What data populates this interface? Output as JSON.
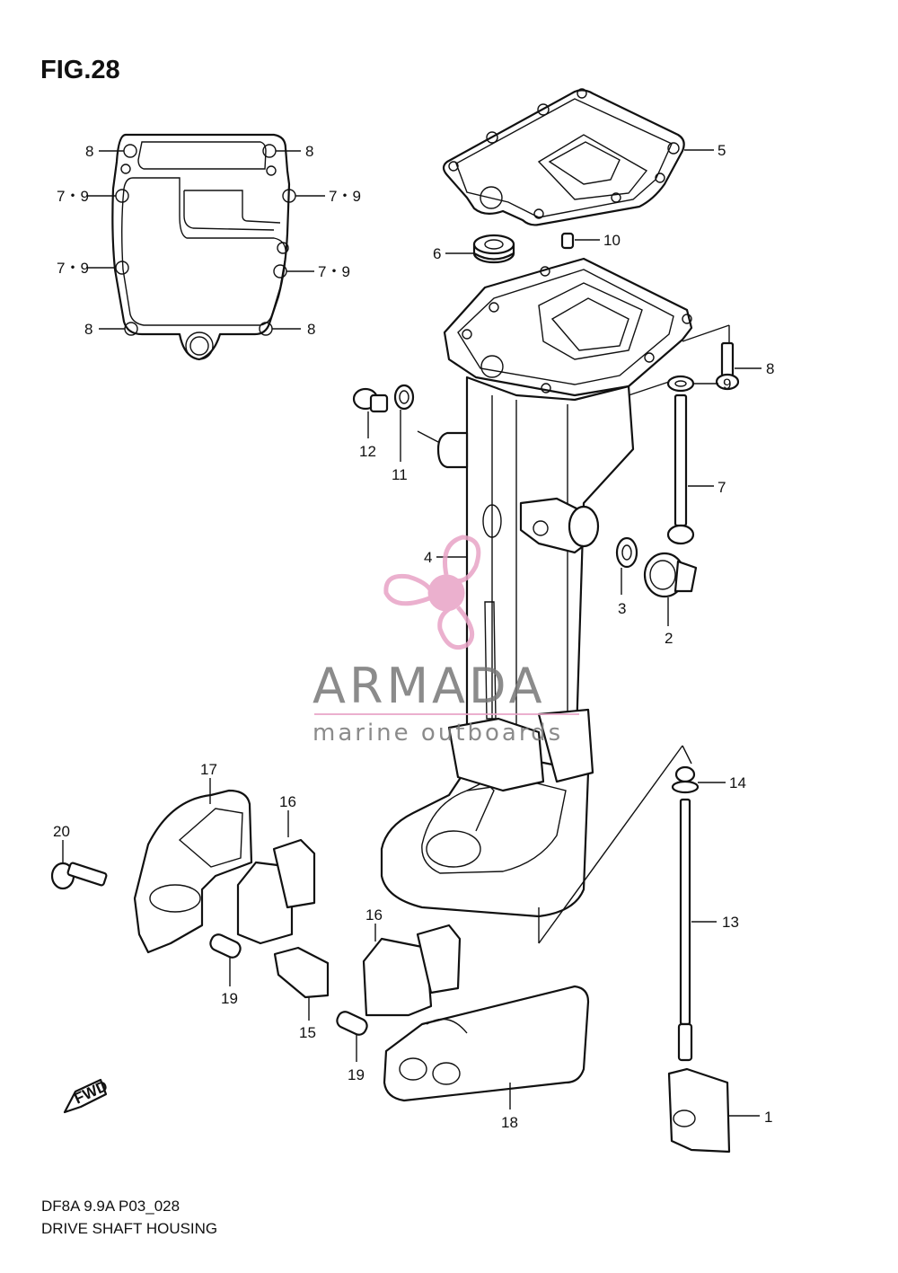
{
  "figure": {
    "title": "FIG.28"
  },
  "footer": {
    "model_code": "DF8A 9.9A P03_028",
    "section_title": "DRIVE SHAFT HOUSING"
  },
  "watermark": {
    "brand": "ARMADA",
    "tagline": "marine outboards",
    "accent_color": "#e8a3c6",
    "text_color": "#777777"
  },
  "direction_badge": {
    "label": "FWD"
  },
  "callouts": [
    {
      "id": "c1",
      "text": "1"
    },
    {
      "id": "c2",
      "text": "2"
    },
    {
      "id": "c3",
      "text": "3"
    },
    {
      "id": "c4",
      "text": "4"
    },
    {
      "id": "c5",
      "text": "5"
    },
    {
      "id": "c6",
      "text": "6"
    },
    {
      "id": "c7",
      "text": "7"
    },
    {
      "id": "c8a",
      "text": "8"
    },
    {
      "id": "c9",
      "text": "9"
    },
    {
      "id": "c10",
      "text": "10"
    },
    {
      "id": "c11",
      "text": "11"
    },
    {
      "id": "c12",
      "text": "12"
    },
    {
      "id": "c13",
      "text": "13"
    },
    {
      "id": "c14",
      "text": "14"
    },
    {
      "id": "c15",
      "text": "15"
    },
    {
      "id": "c16a",
      "text": "16"
    },
    {
      "id": "c16b",
      "text": "16"
    },
    {
      "id": "c17",
      "text": "17"
    },
    {
      "id": "c18",
      "text": "18"
    },
    {
      "id": "c19a",
      "text": "19"
    },
    {
      "id": "c19b",
      "text": "19"
    },
    {
      "id": "c20",
      "text": "20"
    },
    {
      "id": "g8tl",
      "text": "8"
    },
    {
      "id": "g8tr",
      "text": "8"
    },
    {
      "id": "g79a",
      "text": "7・9"
    },
    {
      "id": "g79b",
      "text": "7・9"
    },
    {
      "id": "g79c",
      "text": "7・9"
    },
    {
      "id": "g79d",
      "text": "7・9"
    },
    {
      "id": "g8bl",
      "text": "8"
    },
    {
      "id": "g8br",
      "text": "8"
    }
  ]
}
